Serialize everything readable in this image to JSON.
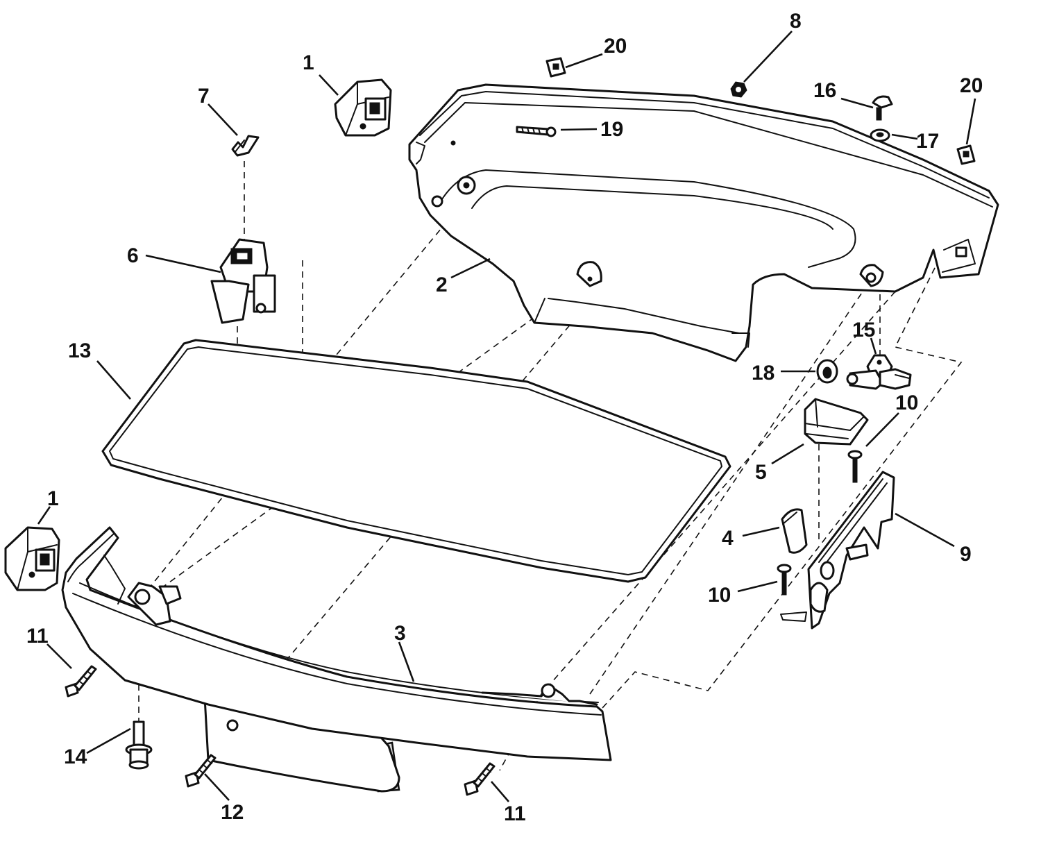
{
  "callouts": {
    "c1a": "1",
    "c1b": "1",
    "c2": "2",
    "c3": "3",
    "c4": "4",
    "c5": "5",
    "c6": "6",
    "c7": "7",
    "c8": "8",
    "c9": "9",
    "c10a": "10",
    "c10b": "10",
    "c11a": "11",
    "c11b": "11",
    "c12": "12",
    "c13": "13",
    "c14": "14",
    "c15": "15",
    "c16": "16",
    "c17": "17",
    "c18": "18",
    "c19": "19",
    "c20a": "20",
    "c20b": "20"
  }
}
